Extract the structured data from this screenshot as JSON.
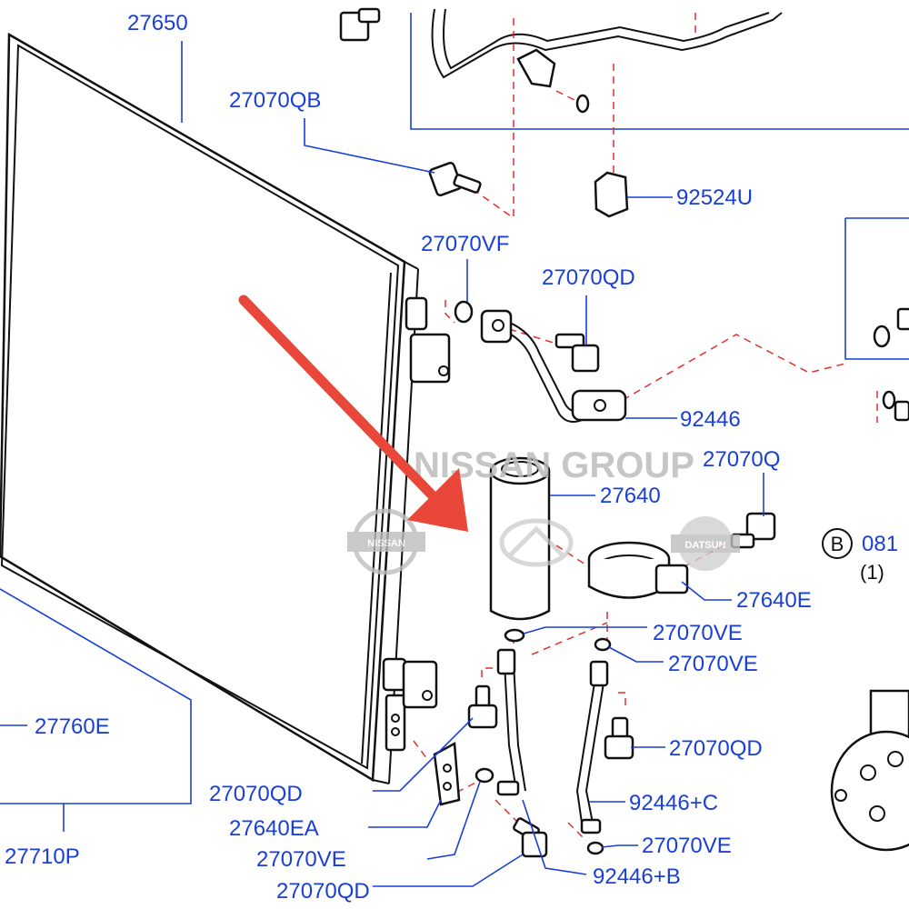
{
  "diagram": {
    "labels": {
      "condenser": "27650",
      "bolt_qb": "27070QB",
      "clip": "92524U",
      "oring_vf": "27070VF",
      "bolt_qd_top": "27070QD",
      "pipe_92446": "92446",
      "bolt_q": "27070Q",
      "receiver_tank": "27640",
      "tank_bracket": "27640E",
      "oring_ve_1": "27070VE",
      "oring_ve_2": "27070VE",
      "bolt_qd_right": "27070QD",
      "pipe_c": "92446+C",
      "oring_ve_3": "27070VE",
      "pipe_b": "92446+B",
      "bolt_qd_bottom": "27070QD",
      "oring_ve_4": "27070VE",
      "bracket_ea": "27640EA",
      "bolt_qd_left": "27070QD",
      "seal_760e": "27760E",
      "seal_710p": "27710P",
      "ref_code": "081",
      "ref_qty": "(1)",
      "ref_badge": "B"
    },
    "watermark": "NISSAN GROUP",
    "logos": {
      "nissan": "NISSAN",
      "datsun": "DATSUN"
    },
    "colors": {
      "label": "#1a3fd8",
      "dashed_lines": "#e03030",
      "arrow": "#e8473a",
      "watermark": "#bdbdbd"
    },
    "icons": [
      "red-arrow-icon",
      "nissan-logo-icon",
      "infiniti-logo-icon",
      "datsun-logo-icon"
    ]
  }
}
